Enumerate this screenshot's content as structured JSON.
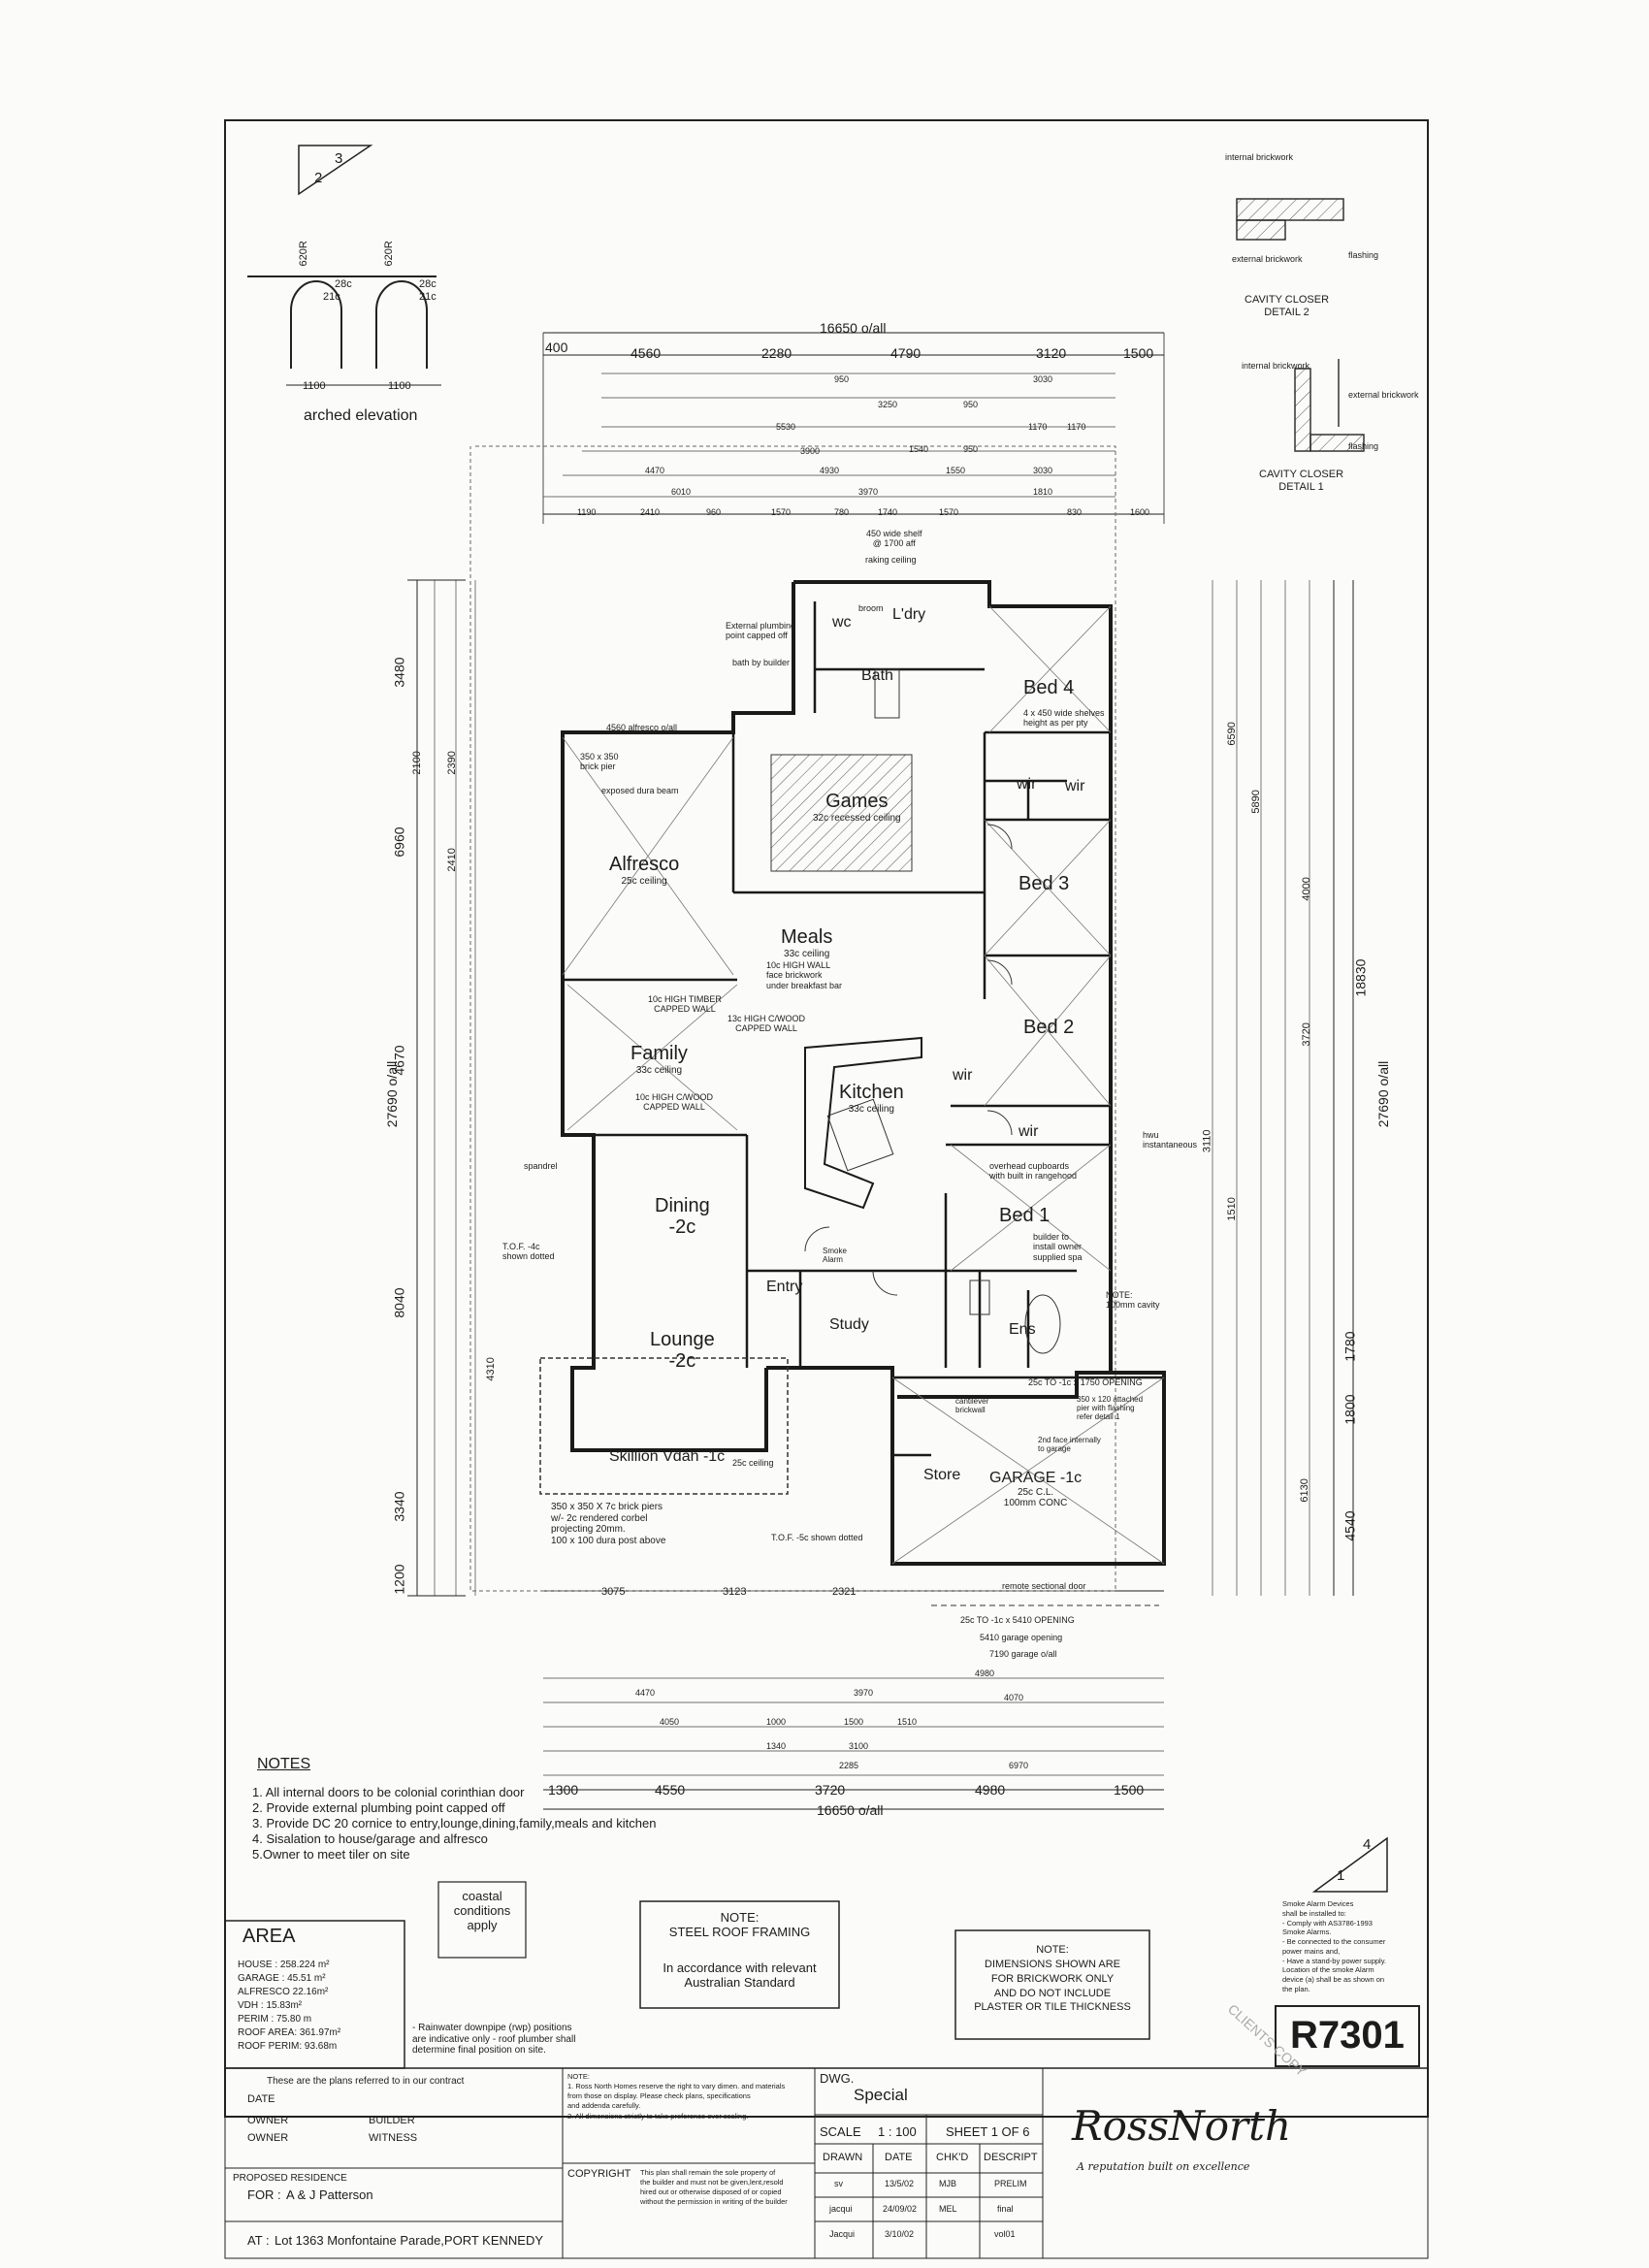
{
  "top": {
    "overall": "16650 o/all",
    "segments": [
      "400",
      "4560",
      "2280",
      "4790",
      "3120",
      "1500"
    ],
    "inner_dims": [
      "950",
      "3250",
      "950",
      "3030",
      "5530",
      "1540",
      "950",
      "1170",
      "1170",
      "3900",
      "4930",
      "1550",
      "3030",
      "4470",
      "6010",
      "3970",
      "1810",
      "1190",
      "2410",
      "960",
      "1570",
      "780",
      "1740",
      "1570",
      "830",
      "1600"
    ]
  },
  "details": {
    "arched_elevation": "arched elevation",
    "arched_dims": [
      "1100",
      "1100",
      "620R",
      "620R",
      "28c",
      "21c",
      "28c",
      "21c"
    ],
    "cavity2": {
      "title": "CAVITY CLOSER\nDETAIL 2",
      "labels": [
        "internal brickwork",
        "external brickwork",
        "flashing"
      ]
    },
    "cavity1": {
      "title": "CAVITY CLOSER\nDETAIL 1",
      "labels": [
        "internal brickwork",
        "external brickwork",
        "flashing"
      ]
    },
    "marker_top": [
      "2",
      "3"
    ],
    "marker_bottom": [
      "1",
      "4"
    ]
  },
  "rooms": {
    "ldry": "L'dry",
    "wc": "wc",
    "broom": "broom",
    "bath": "Bath",
    "bed4": "Bed 4",
    "wir": "wir",
    "bed3": "Bed 3",
    "games": "Games",
    "games_sub": "32c recessed ceiling",
    "alfresco": "Alfresco",
    "alfresco_sub": "25c ceiling",
    "meals": "Meals",
    "meals_sub": "33c ceiling",
    "family": "Family",
    "family_sub": "33c ceiling",
    "kitchen": "Kitchen",
    "kitchen_sub": "33c ceiling",
    "bed2": "Bed 2",
    "dining": "Dining\n-2c",
    "lounge": "Lounge\n-2c",
    "entry": "Entry",
    "study": "Study",
    "bed1": "Bed 1",
    "ens": "Ens",
    "store": "Store",
    "garage": "GARAGE -1c",
    "garage_sub": "25c C.L.\n100mm CONC",
    "skillion": "Skillion Vdah -1c",
    "skillion_sub": "25c ceiling"
  },
  "annotations": [
    "450 wide shelf\n@ 1700 aff",
    "raking ceiling",
    "External plumbing\npoint capped off",
    "bath by builder",
    "4560 alfresco o/all",
    "350 x 350\nbrick pier",
    "exposed dura beam",
    "10c HIGH TIMBER\nCAPPED WALL",
    "10c HIGH WALL\nface brickwork\nunder breakfast bar",
    "13c HIGH C/WOOD\nCAPPED WALL",
    "10c HIGH C/WOOD\nCAPPED WALL",
    "4 x 450 wide shelves\nheight as per pty",
    "overhead cupboards\nwith built in rangehood",
    "builder to\ninstall owner\nsupplied spa",
    "NOTE:\n100mm cavity",
    "hwu\ninstantaneous",
    "350 x 350 X 7c brick piers\nw/- 2c rendered corbel\nprojecting 20mm.\n100 x 100 dura post above",
    "T.O.F. -5c shown dotted",
    "25c TO -1c x 1750 OPENING",
    "350 x 120 attached\npier with flashing\nrefer detail 1",
    "2nd face internally\nto garage",
    "remote sectional door",
    "25c TO -1c x 5410 OPENING",
    "5410 garage opening",
    "7190 garage o/all",
    "cantilever\nbrickwall",
    "Smoke\nAlarm",
    "spandrel",
    "T.O.F. -4c\nshown dotted"
  ],
  "left_dims": [
    "3480",
    "6960",
    "27690 o/all",
    "4670",
    "8040",
    "3340",
    "1200",
    "2100",
    "2390",
    "2410",
    "4310"
  ],
  "right_dims": [
    "18830",
    "27690 o/all",
    "1780",
    "1800",
    "4540",
    "6590",
    "5890",
    "4000",
    "3720",
    "1510",
    "3110",
    "6130"
  ],
  "bottom": {
    "overall": "16650 o/all",
    "segments": [
      "1300",
      "4550",
      "3720",
      "4980",
      "1500"
    ],
    "lines": [
      "3075",
      "3123",
      "2321",
      "4470",
      "3970",
      "4980",
      "4070",
      "4050",
      "1000",
      "1500",
      "1510",
      "6970",
      "3100",
      "2285",
      "1340"
    ]
  },
  "notes": {
    "title": "NOTES",
    "items": [
      "1. All internal doors to be colonial corinthian door",
      "2. Provide external plumbing point capped off",
      "3. Provide DC 20 cornice to entry,lounge,dining,family,meals and kitchen",
      "4. Sisalation to house/garage and alfresco",
      "5.Owner to meet tiler on site"
    ]
  },
  "coastal": "coastal\nconditions\napply",
  "steel_note": {
    "title": "NOTE:\nSTEEL ROOF FRAMING",
    "body": "In accordance with relevant\nAustralian Standard"
  },
  "dim_note": "NOTE:\nDIMENSIONS SHOWN ARE\nFOR BRICKWORK ONLY\nAND DO NOT INCLUDE\nPLASTER OR TILE THICKNESS",
  "area": {
    "title": "AREA",
    "lines": [
      "HOUSE : 258.224 m²",
      "GARAGE : 45.51 m²",
      "ALFRESCO 22.16m²",
      "VDH : 15.83m²",
      "PERIM : 75.80 m",
      "ROOF AREA: 361.97m²",
      "ROOF PERIM: 93.68m"
    ]
  },
  "rwp_note": "- Rainwater downpipe (rwp) positions\nare indicative only - roof plumber shall\ndetermine final position on site.",
  "smoke_note": "Smoke Alarm Devices\nshall be installed to:\n- Comply with AS3786-1993\nSmoke Alarms.\n- Be connected to the consumer\npower mains and,\n- Have a stand-by power supply.\nLocation of the smoke Alarm\ndevice (a) shall be as shown on\nthe plan.",
  "title_block": {
    "plans_ref": "These are the plans referred to in our contract",
    "date": "DATE",
    "owner": "OWNER",
    "builder": "BUILDER",
    "witness": "WITNESS",
    "proposed": "PROPOSED RESIDENCE",
    "for": "FOR :",
    "client": "A & J Patterson",
    "at": "AT :",
    "lot": "Lot 1363 Monfontaine Parade,PORT KENNEDY",
    "note_text": "NOTE:\n1. Ross North Homes reserve the right to vary dimen. and materials\nfrom those on display. Please check plans, specifications\nand addenda carefully.\n2. All dimensions strictly to take preference over scaling.",
    "copyright": "COPYRIGHT",
    "copyright_text": "This plan shall remain the sole property of\nthe builder and must not be given,lent,resold\nhired out or otherwise disposed of or copied\nwithout the permission in writing of the builder",
    "dwg": "DWG.",
    "special": "Special",
    "scale": "SCALE",
    "scale_val": "1 : 100",
    "sheet": "SHEET  1 OF 6",
    "headers": [
      "DRAWN",
      "DATE",
      "CHK'D",
      "DESCRIPT"
    ],
    "rows": [
      [
        "sv",
        "13/5/02",
        "MJB",
        "PRELIM"
      ],
      [
        "jacqui",
        "24/09/02",
        "MEL",
        "final"
      ],
      [
        "Jacqui",
        "3/10/02",
        "",
        "vol01"
      ]
    ],
    "job": "R7301",
    "stamp": "CLIENTS COPY",
    "logo": "RossNorth",
    "tagline": "A reputation built on excellence"
  }
}
